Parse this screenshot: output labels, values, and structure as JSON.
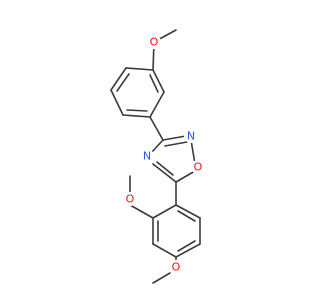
{
  "molecule": {
    "atoms": {
      "o_top": "O",
      "n_ring_upper": "N",
      "o_ring": "O",
      "n_ring_lower": "N",
      "o_ortho": "O",
      "o_para": "O"
    }
  },
  "colors": {
    "bond": "#3a3a3a",
    "oxygen": "#ff0d0d",
    "nitrogen": "#3050f8",
    "background": "#ffffff"
  }
}
